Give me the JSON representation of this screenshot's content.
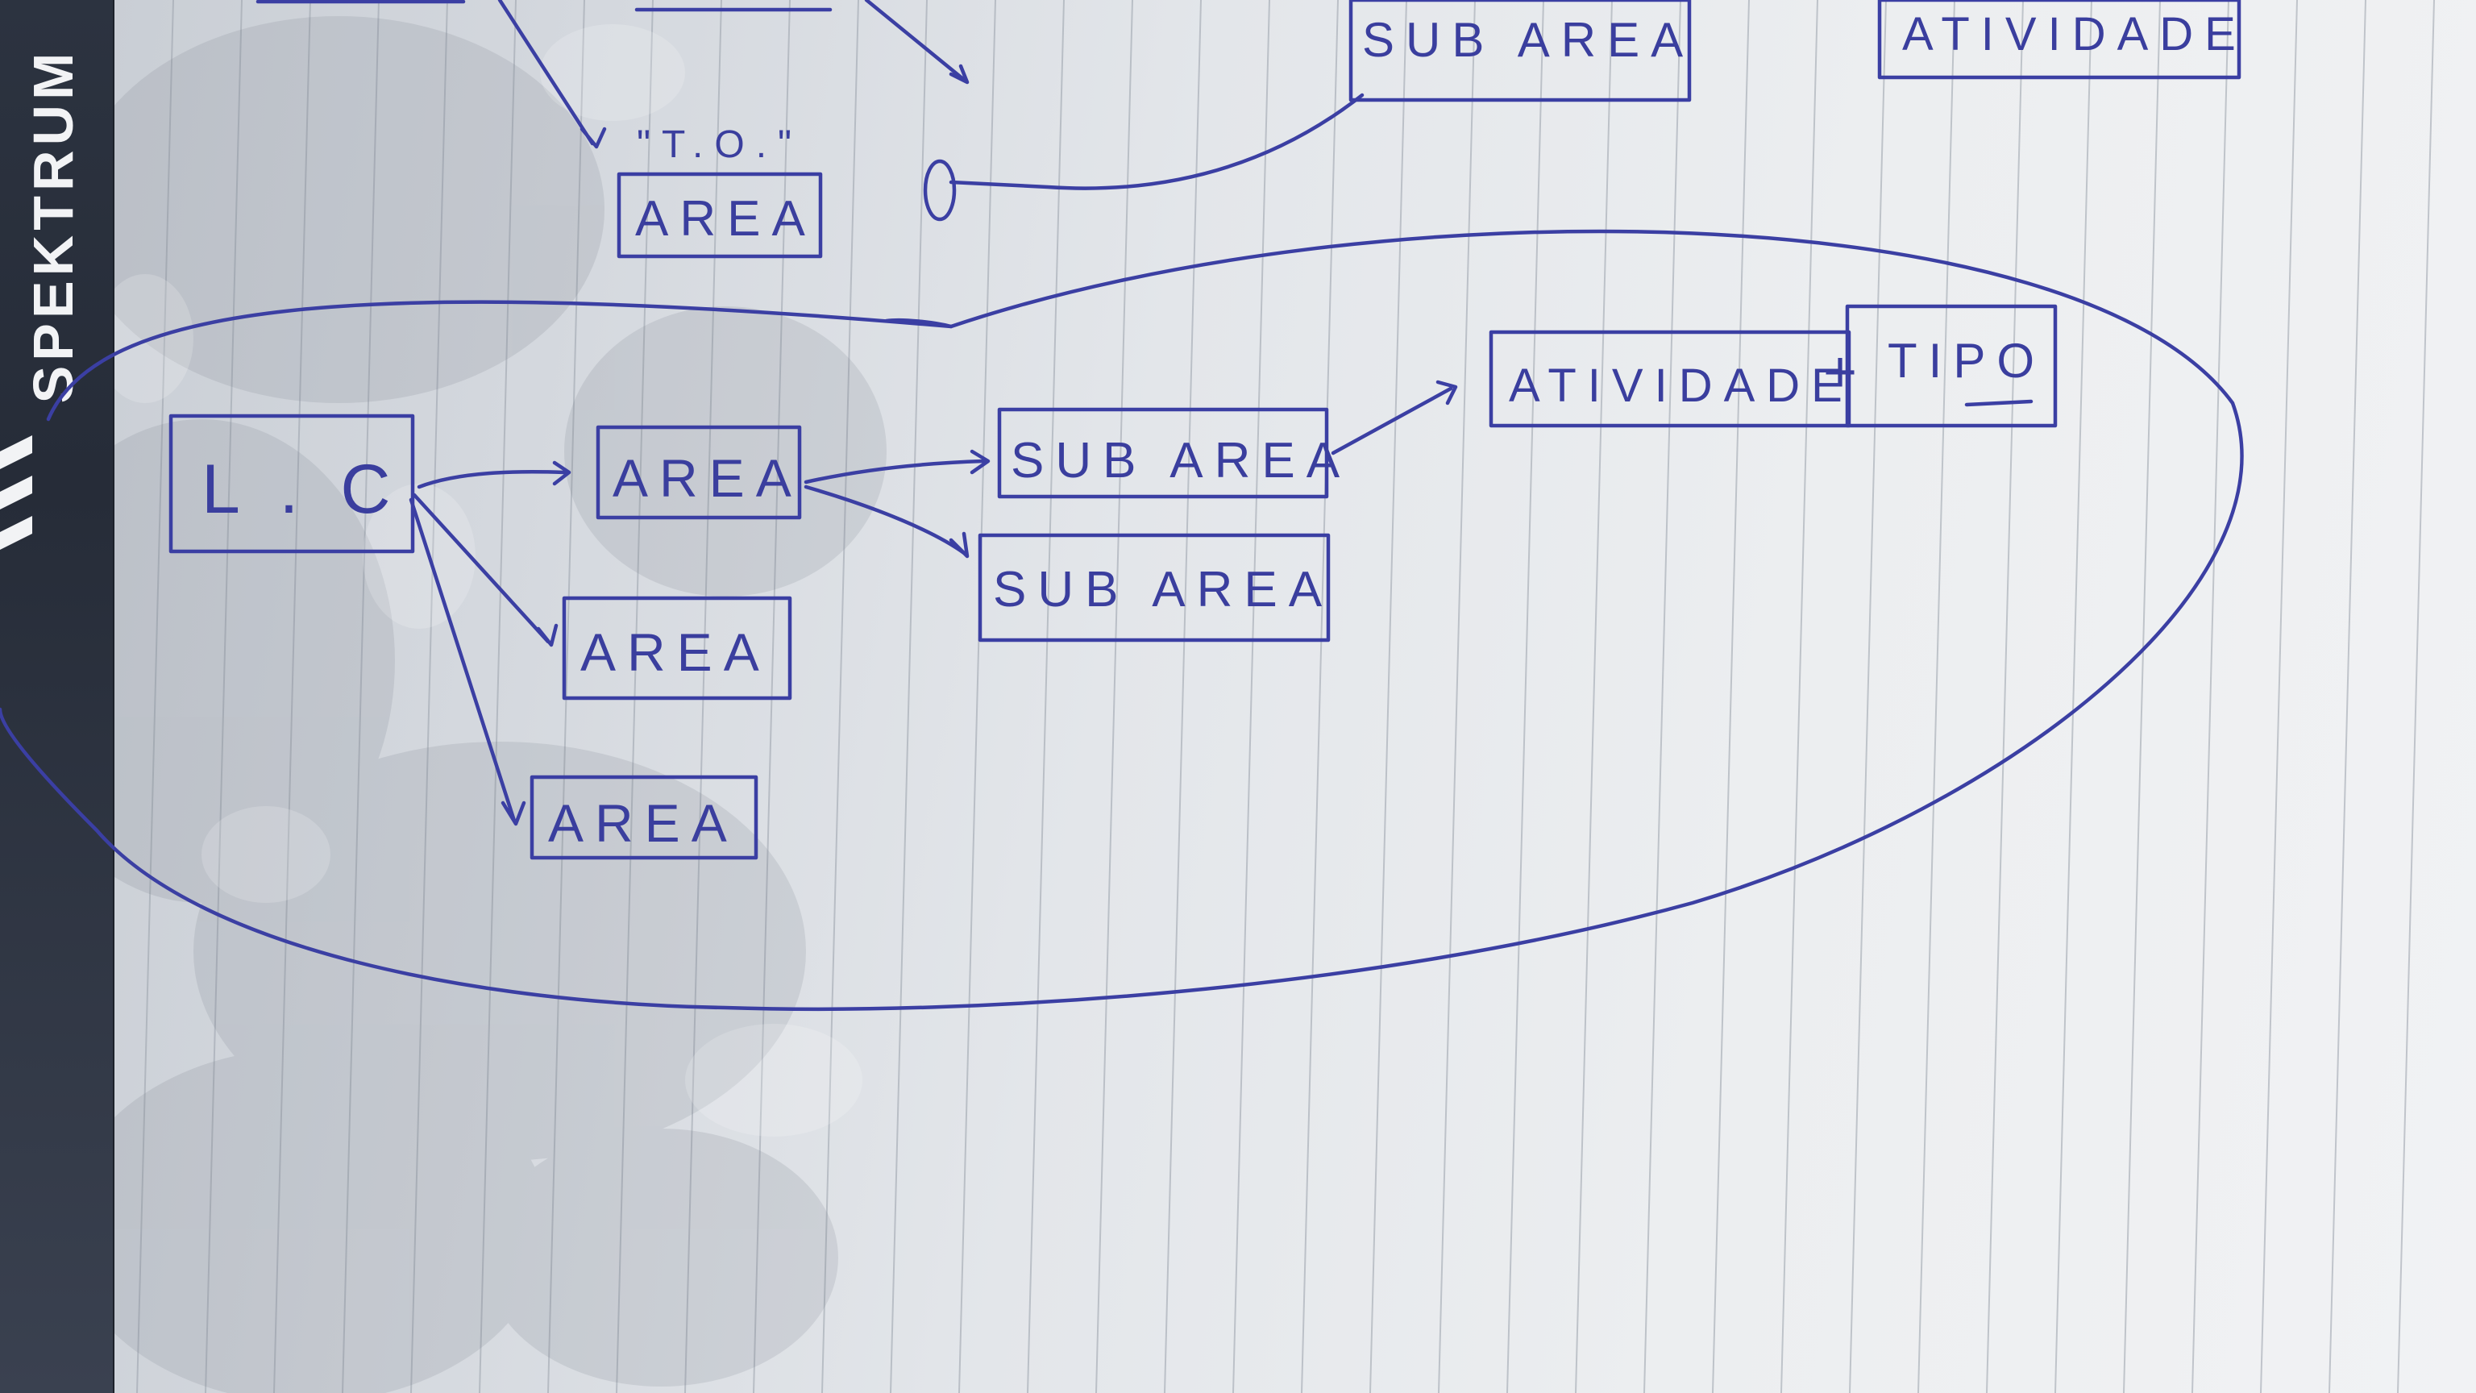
{
  "notebook": {
    "brand": "SPEKTRUM"
  },
  "colors": {
    "ink": "#3a3e9e",
    "paper": "#eceef0",
    "spine": "#2c3340"
  },
  "diagram": {
    "nodes": {
      "to_label": "\"T.O.\"",
      "area_top": "AREA",
      "sub_area_top": "SUB AREA",
      "atividade_top": "ATIVIDADE",
      "lc": "L . C",
      "area_1": "AREA",
      "area_2": "AREA",
      "area_3": "AREA",
      "sub_area_1": "SUB AREA",
      "sub_area_2": "SUB AREA",
      "atividade": "ATIVIDADE",
      "plus": "+",
      "tipo": "TIPO"
    }
  }
}
